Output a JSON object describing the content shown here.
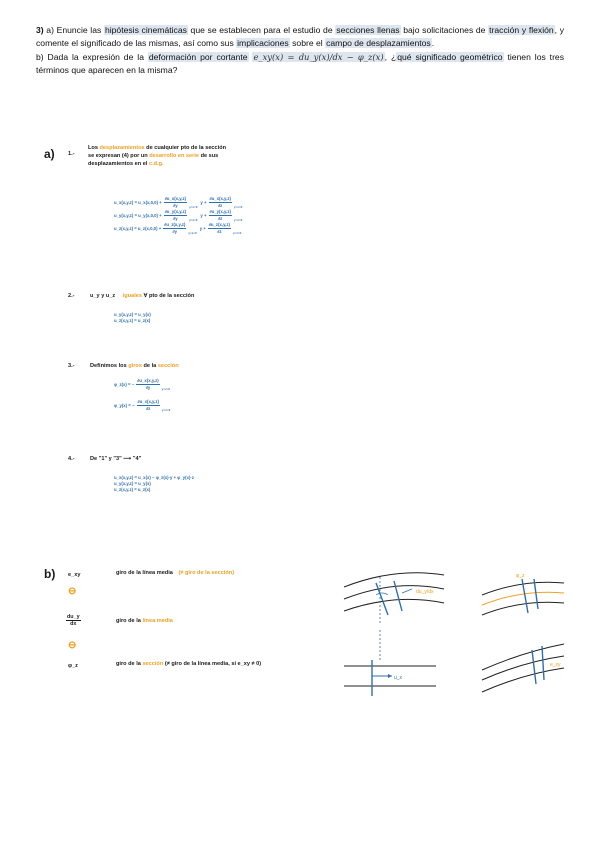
{
  "question": {
    "num": "3)",
    "a_prefix": " a) Enuncie las ",
    "a_hl1": "hipótesis cinemáticas",
    "a_mid1": " que se establecen para el estudio de ",
    "a_hl2": "secciones llenas",
    "a_mid2": " bajo solicitaciones de ",
    "a_hl3": "tracción y flexión",
    "a_mid3": ", y comente el significado de las mismas, así como sus ",
    "a_hl4": "implicaciones",
    "a_mid4": " sobre el ",
    "a_hl5": "campo de desplazamientos",
    "a_end": ".",
    "b_prefix": "b) Dada la expresión de la ",
    "b_hl1": "deformación por cortante",
    "b_math": "e_xy(x) = du_y(x)/dx − φ_z(x)",
    "b_mid": ", ¿",
    "b_hl2": "qué significado geométrico",
    "b_end": " tienen los tres términos que aparecen en la misma?"
  },
  "answer_a": {
    "label": "a)",
    "h1": {
      "num": "1.-",
      "text1": "Los",
      "hl1": "desplazamientos",
      "text2": "de cualquier pto de la sección",
      "text3": "se expresan (4) por un",
      "hl2": "desarrollo en serie",
      "text4": "de sus",
      "text5": "desplazamientos en el",
      "hl3": "c.d.g.",
      "eq1_lhs": "u_x(x,y,z) = u_x(x,0,0) +",
      "eq1_num": "∂u_x(x,y,z)",
      "eq1_den": "∂y",
      "eq1_mid": "y +",
      "eq1_num2": "∂u_x(x,y,z)",
      "eq1_den2": "∂z",
      "eq2_lhs": "u_y(x,y,z) = u_y(x,0,0) +",
      "eq2_num": "∂u_y(x,y,z)",
      "eq2_den": "∂y",
      "eq2_mid": "y +",
      "eq2_num2": "∂u_y(x,y,z)",
      "eq2_den2": "∂z",
      "eq3_lhs": "u_z(x,y,z) = u_z(x,0,0) +",
      "eq3_num": "∂u_z(x,y,z)",
      "eq3_den": "∂y",
      "eq3_mid": "y +",
      "eq3_num2": "∂u_z(x,y,z)",
      "eq3_den2": "∂z",
      "sub": "y=z=0"
    },
    "h2": {
      "num": "2.-",
      "text1": "u_y y u_z",
      "hl1": "iguales",
      "text2": "∀ pto de la sección",
      "eq1": "u_y(x,y,z) = u_y(x)",
      "eq2": "u_z(x,y,z) = u_z(x)"
    },
    "h3": {
      "num": "3.-",
      "text1": "Definimos los",
      "hl1": "giros",
      "text2": "de la",
      "hl2": "sección",
      "eq1_lhs": "φ_z(x) = −",
      "eq1_num": "∂u_x(x,y,z)",
      "eq1_den": "∂y",
      "eq2_lhs": "φ_y(x) = −",
      "eq2_num": "∂u_x(x,y,z)",
      "eq2_den": "∂z",
      "sub": "y=z=0"
    },
    "h4": {
      "num": "4.-",
      "text1": "De \"1\" y \"3\" ⟶ \"4\"",
      "eq1": "u_x(x,y,z) = u_x(x) − φ_z(x)·y + φ_y(x)·z",
      "eq2": "u_y(x,y,z) = u_y(x)",
      "eq3": "u_z(x,y,z) = u_z(x)"
    }
  },
  "answer_b": {
    "label": "b)",
    "t1_sym": "e_xy",
    "t1_text": "giro de la línea media",
    "t1_note": "(≠ giro de la sección)",
    "op1": "⊖",
    "t2_sym_num": "du_y",
    "t2_sym_den": "dx",
    "t2_text": "giro de la",
    "t2_hl": "línea media",
    "op2": "⊖",
    "t3_sym": "φ_z",
    "t3_text": "giro de la",
    "t3_hl": "sección",
    "t3_rest": "(≠ giro de la línea media, si e_xy ≠ 0)",
    "fig_label1": "du_y/dx",
    "fig_label2": "φ_z",
    "fig_label3": "e_xy",
    "fig_label4": "u_x"
  },
  "colors": {
    "highlight": "#dde5ef",
    "orange": "#f0a020",
    "blue": "#2f6fb0",
    "ink": "#1a1a1a"
  }
}
